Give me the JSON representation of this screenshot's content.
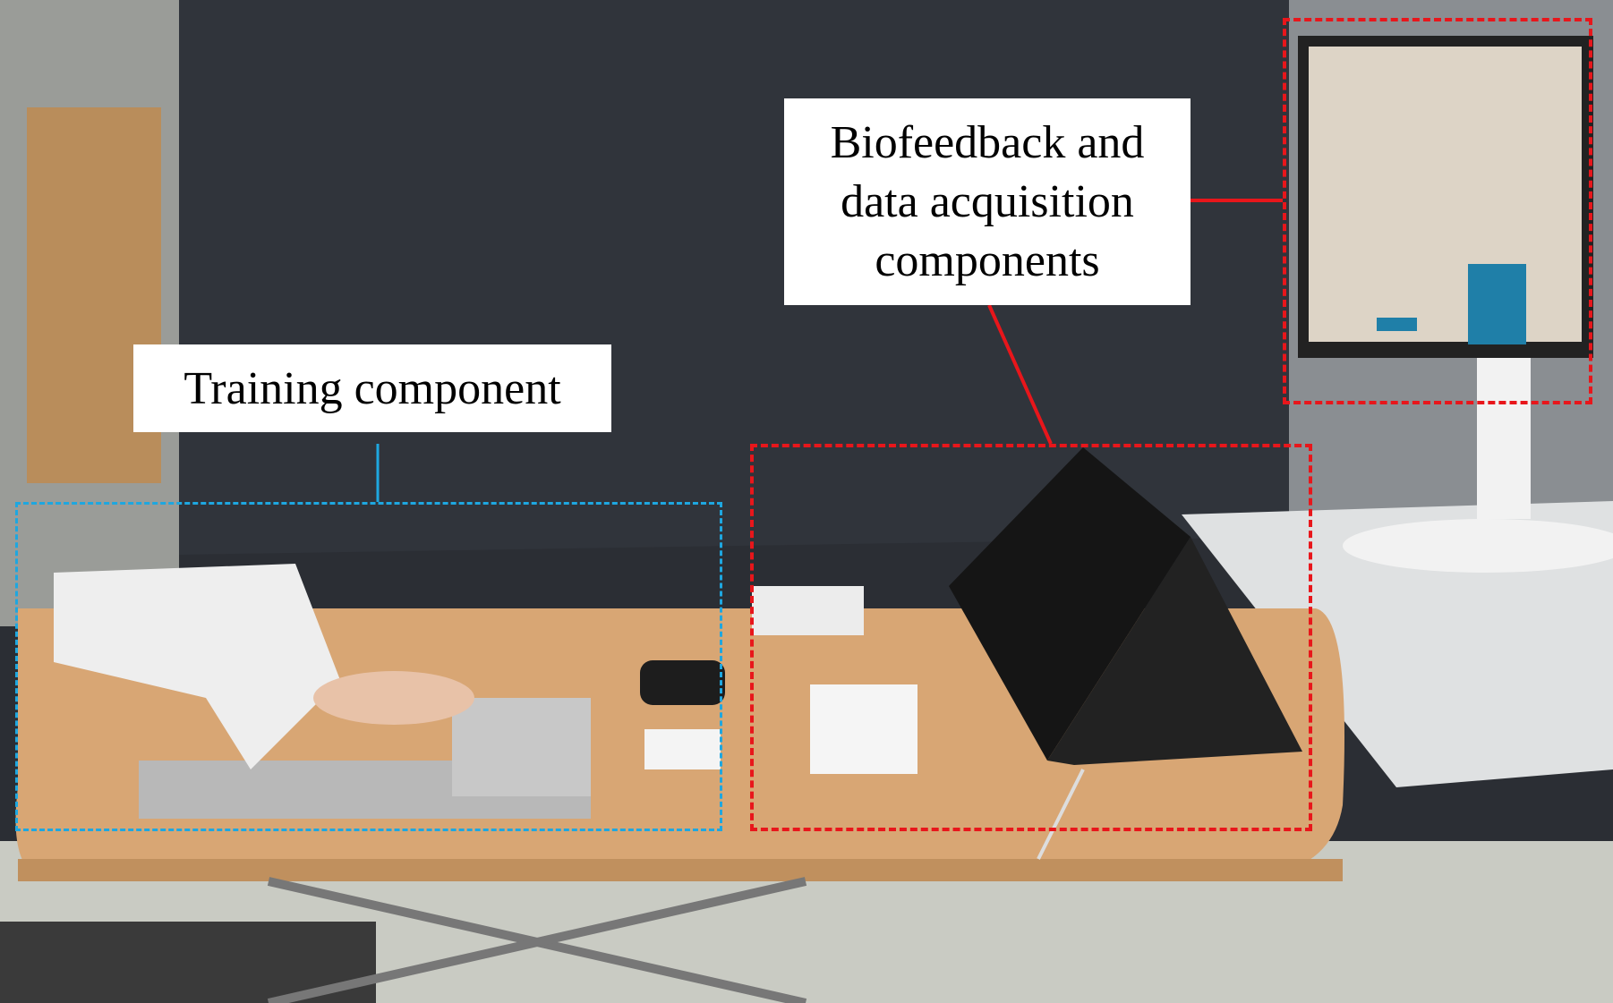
{
  "annotations": {
    "training_label": "Training component",
    "biofeedback_label_lines": [
      "Biofeedback and",
      "data acquisition",
      "components"
    ]
  },
  "colors": {
    "training_box": "#1ea7e0",
    "biofeedback_box": "#e8161b"
  }
}
